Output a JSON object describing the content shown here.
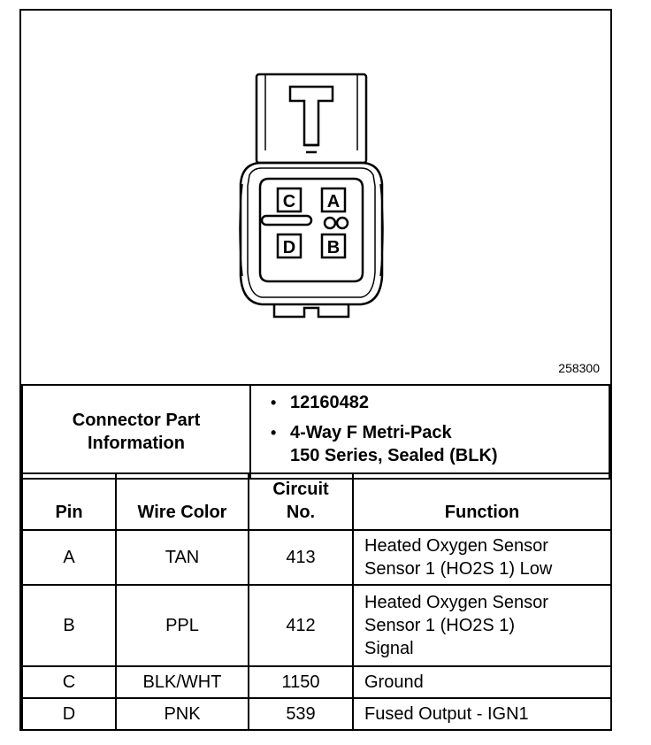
{
  "figure_id": "258300",
  "connector": {
    "pin_labels": {
      "c": "C",
      "a": "A",
      "d": "D",
      "b": "B"
    }
  },
  "connector_part_info": {
    "label_line1": "Connector Part",
    "label_line2": "Information",
    "part_number": "12160482",
    "description_line1": "4-Way F Metri-Pack",
    "description_line2": "150 Series, Sealed (BLK)"
  },
  "pin_table": {
    "headers": {
      "pin": "Pin",
      "wire_color": "Wire Color",
      "circuit_line1": "Circuit",
      "circuit_line2": "No.",
      "function": "Function"
    },
    "rows": [
      {
        "pin": "A",
        "wire_color": "TAN",
        "circuit": "413",
        "function_lines": [
          "Heated Oxygen Sensor",
          "Sensor 1 (HO2S 1) Low"
        ]
      },
      {
        "pin": "B",
        "wire_color": "PPL",
        "circuit": "412",
        "function_lines": [
          "Heated Oxygen Sensor",
          "Sensor 1 (HO2S 1)",
          "Signal"
        ]
      },
      {
        "pin": "C",
        "wire_color": "BLK/WHT",
        "circuit": "1150",
        "function_lines": [
          "Ground"
        ]
      },
      {
        "pin": "D",
        "wire_color": "PNK",
        "circuit": "539",
        "function_lines": [
          "Fused Output - IGN1"
        ]
      }
    ]
  }
}
